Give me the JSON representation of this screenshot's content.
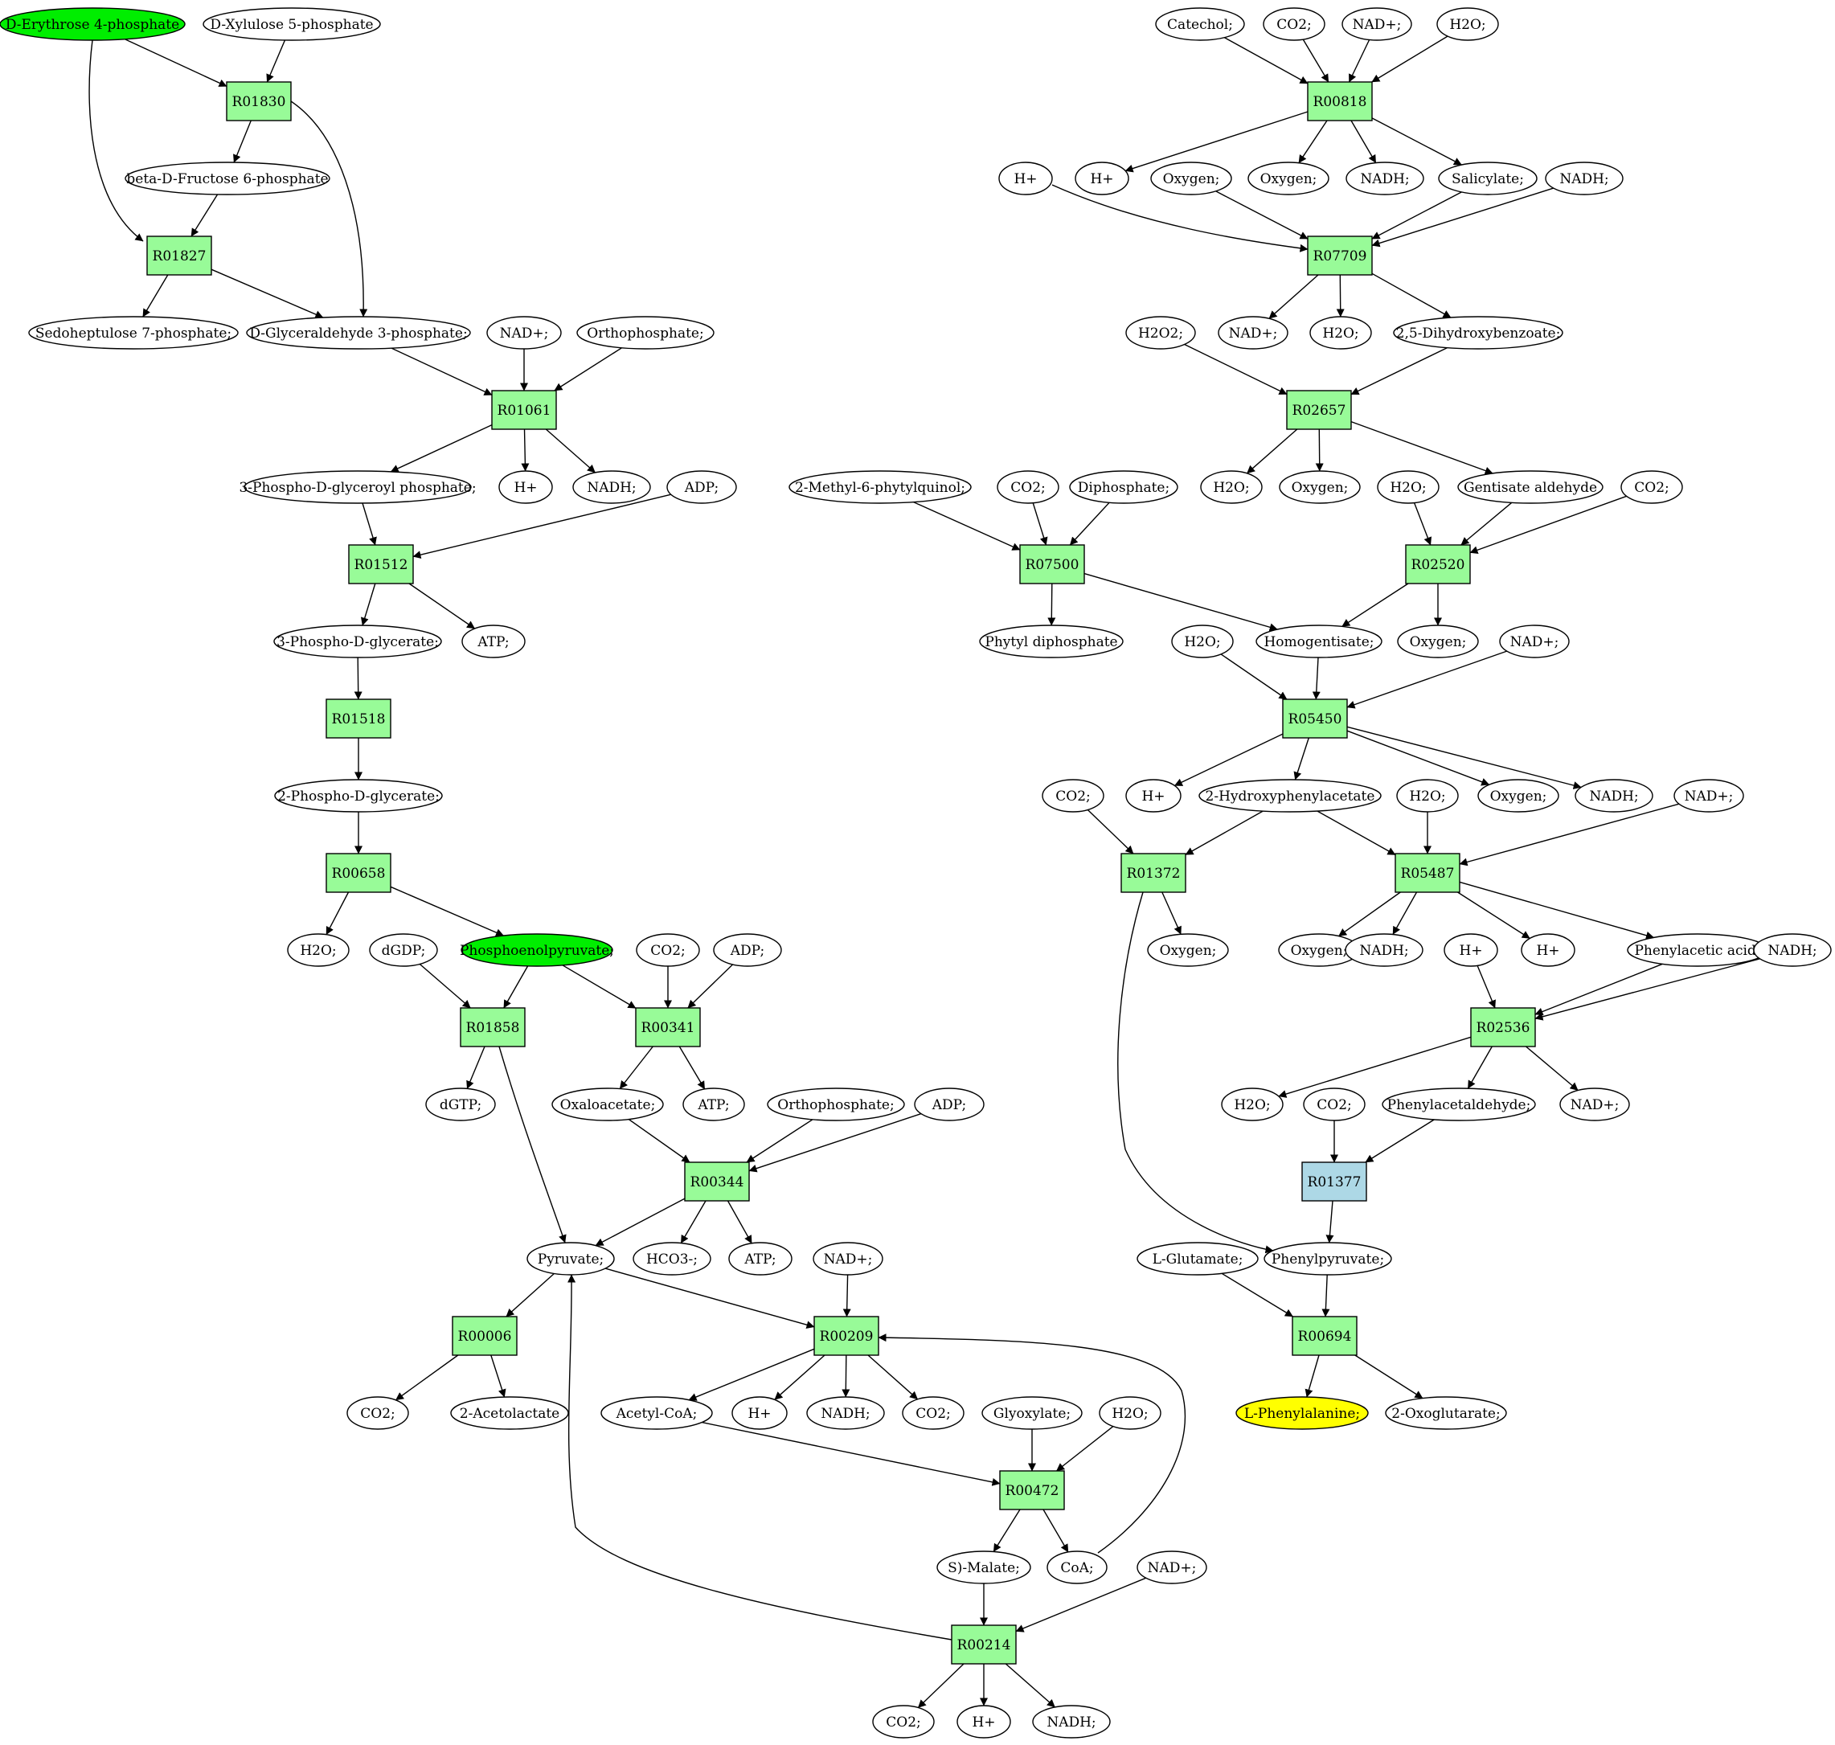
{
  "colors": {
    "metabolite": "#ffffff",
    "source_metabolite": "#00ee00",
    "target_metabolite": "#ffff00",
    "reaction": "#98fb98",
    "reaction_alt": "#add8e6",
    "edge": "#000000"
  },
  "nodes": [
    {
      "id": "m_ery4p",
      "kind": "metabolite",
      "label": "D-Erythrose 4-phosphate",
      "style": "source"
    },
    {
      "id": "m_xyl5p",
      "kind": "metabolite",
      "label": "D-Xylulose 5-phosphate"
    },
    {
      "id": "r_R01830",
      "kind": "reaction",
      "label": "R01830"
    },
    {
      "id": "m_fru6p",
      "kind": "metabolite",
      "label": "beta-D-Fructose 6-phosphate"
    },
    {
      "id": "r_R01827",
      "kind": "reaction",
      "label": "R01827"
    },
    {
      "id": "m_sed7p",
      "kind": "metabolite",
      "label": "Sedoheptulose 7-phosphate;"
    },
    {
      "id": "m_g3p",
      "kind": "metabolite",
      "label": "D-Glyceraldehyde 3-phosphate;"
    },
    {
      "id": "m_nad_1",
      "kind": "metabolite",
      "label": "NAD+;"
    },
    {
      "id": "m_orthop_1",
      "kind": "metabolite",
      "label": "Orthophosphate;"
    },
    {
      "id": "r_R01061",
      "kind": "reaction",
      "label": "R01061"
    },
    {
      "id": "m_3pdgp",
      "kind": "metabolite",
      "label": "3-Phospho-D-glyceroyl phosphate;"
    },
    {
      "id": "m_h_1",
      "kind": "metabolite",
      "label": "H+"
    },
    {
      "id": "m_nadh_1",
      "kind": "metabolite",
      "label": "NADH;"
    },
    {
      "id": "m_adp_1",
      "kind": "metabolite",
      "label": "ADP;"
    },
    {
      "id": "r_R01512",
      "kind": "reaction",
      "label": "R01512"
    },
    {
      "id": "m_3pg",
      "kind": "metabolite",
      "label": "3-Phospho-D-glycerate;"
    },
    {
      "id": "m_atp_1",
      "kind": "metabolite",
      "label": "ATP;"
    },
    {
      "id": "r_R01518",
      "kind": "reaction",
      "label": "R01518"
    },
    {
      "id": "m_2pg",
      "kind": "metabolite",
      "label": "2-Phospho-D-glycerate;"
    },
    {
      "id": "r_R00658",
      "kind": "reaction",
      "label": "R00658"
    },
    {
      "id": "m_h2o_1",
      "kind": "metabolite",
      "label": "H2O;"
    },
    {
      "id": "m_dgdp",
      "kind": "metabolite",
      "label": "dGDP;"
    },
    {
      "id": "m_pep",
      "kind": "metabolite",
      "label": "Phosphoenolpyruvate;",
      "style": "source"
    },
    {
      "id": "m_co2_1",
      "kind": "metabolite",
      "label": "CO2;"
    },
    {
      "id": "m_adp_2",
      "kind": "metabolite",
      "label": "ADP;"
    },
    {
      "id": "r_R01858",
      "kind": "reaction",
      "label": "R01858"
    },
    {
      "id": "r_R00341",
      "kind": "reaction",
      "label": "R00341"
    },
    {
      "id": "m_dgtp",
      "kind": "metabolite",
      "label": "dGTP;"
    },
    {
      "id": "m_oaa",
      "kind": "metabolite",
      "label": "Oxaloacetate;"
    },
    {
      "id": "m_atp_2",
      "kind": "metabolite",
      "label": "ATP;"
    },
    {
      "id": "m_orthop_2",
      "kind": "metabolite",
      "label": "Orthophosphate;"
    },
    {
      "id": "m_adp_3",
      "kind": "metabolite",
      "label": "ADP;"
    },
    {
      "id": "r_R00344",
      "kind": "reaction",
      "label": "R00344"
    },
    {
      "id": "m_pyr",
      "kind": "metabolite",
      "label": "Pyruvate;"
    },
    {
      "id": "m_hco3",
      "kind": "metabolite",
      "label": "HCO3-;"
    },
    {
      "id": "m_atp_3",
      "kind": "metabolite",
      "label": "ATP;"
    },
    {
      "id": "m_nad_2",
      "kind": "metabolite",
      "label": "NAD+;"
    },
    {
      "id": "r_R00006",
      "kind": "reaction",
      "label": "R00006"
    },
    {
      "id": "r_R00209",
      "kind": "reaction",
      "label": "R00209"
    },
    {
      "id": "m_co2_2",
      "kind": "metabolite",
      "label": "CO2;"
    },
    {
      "id": "m_acetolac",
      "kind": "metabolite",
      "label": "2-Acetolactate"
    },
    {
      "id": "m_accoa",
      "kind": "metabolite",
      "label": "Acetyl-CoA;"
    },
    {
      "id": "m_h_2",
      "kind": "metabolite",
      "label": "H+"
    },
    {
      "id": "m_nadh_2",
      "kind": "metabolite",
      "label": "NADH;"
    },
    {
      "id": "m_co2_3",
      "kind": "metabolite",
      "label": "CO2;"
    },
    {
      "id": "m_glyox",
      "kind": "metabolite",
      "label": "Glyoxylate;"
    },
    {
      "id": "m_h2o_2",
      "kind": "metabolite",
      "label": "H2O;"
    },
    {
      "id": "r_R00472",
      "kind": "reaction",
      "label": "R00472"
    },
    {
      "id": "m_malate",
      "kind": "metabolite",
      "label": "S)-Malate;"
    },
    {
      "id": "m_coa",
      "kind": "metabolite",
      "label": "CoA;"
    },
    {
      "id": "m_nad_3",
      "kind": "metabolite",
      "label": "NAD+;"
    },
    {
      "id": "r_R00214",
      "kind": "reaction",
      "label": "R00214"
    },
    {
      "id": "m_co2_4",
      "kind": "metabolite",
      "label": "CO2;"
    },
    {
      "id": "m_h_3",
      "kind": "metabolite",
      "label": "H+"
    },
    {
      "id": "m_nadh_3",
      "kind": "metabolite",
      "label": "NADH;"
    },
    {
      "id": "m_catechol",
      "kind": "metabolite",
      "label": "Catechol;"
    },
    {
      "id": "m_co2_r1",
      "kind": "metabolite",
      "label": "CO2;"
    },
    {
      "id": "m_nad_r1",
      "kind": "metabolite",
      "label": "NAD+;"
    },
    {
      "id": "m_h2o_r1",
      "kind": "metabolite",
      "label": "H2O;"
    },
    {
      "id": "r_R00818",
      "kind": "reaction",
      "label": "R00818"
    },
    {
      "id": "m_h_r1",
      "kind": "metabolite",
      "label": "H+"
    },
    {
      "id": "m_h_r2",
      "kind": "metabolite",
      "label": "H+"
    },
    {
      "id": "m_oxy_r1",
      "kind": "metabolite",
      "label": "Oxygen;"
    },
    {
      "id": "m_oxy_r2",
      "kind": "metabolite",
      "label": "Oxygen;"
    },
    {
      "id": "m_nadh_r1",
      "kind": "metabolite",
      "label": "NADH;"
    },
    {
      "id": "m_salicylate",
      "kind": "metabolite",
      "label": "Salicylate;"
    },
    {
      "id": "m_nadh_r2",
      "kind": "metabolite",
      "label": "NADH;"
    },
    {
      "id": "r_R07709",
      "kind": "reaction",
      "label": "R07709"
    },
    {
      "id": "m_h2o2",
      "kind": "metabolite",
      "label": "H2O2;"
    },
    {
      "id": "m_nad_r2",
      "kind": "metabolite",
      "label": "NAD+;"
    },
    {
      "id": "m_h2o_r2",
      "kind": "metabolite",
      "label": "H2O;"
    },
    {
      "id": "m_25dhb",
      "kind": "metabolite",
      "label": "2,5-Dihydroxybenzoate;"
    },
    {
      "id": "r_R02657",
      "kind": "reaction",
      "label": "R02657"
    },
    {
      "id": "m_mpq",
      "kind": "metabolite",
      "label": "2-Methyl-6-phytylquinol;"
    },
    {
      "id": "m_co2_r2",
      "kind": "metabolite",
      "label": "CO2;"
    },
    {
      "id": "m_diphos",
      "kind": "metabolite",
      "label": "Diphosphate;"
    },
    {
      "id": "m_h2o_r3",
      "kind": "metabolite",
      "label": "H2O;"
    },
    {
      "id": "m_oxy_r3",
      "kind": "metabolite",
      "label": "Oxygen;"
    },
    {
      "id": "m_h2o_r4",
      "kind": "metabolite",
      "label": "H2O;"
    },
    {
      "id": "m_gentald",
      "kind": "metabolite",
      "label": "Gentisate aldehyde"
    },
    {
      "id": "m_co2_r3",
      "kind": "metabolite",
      "label": "CO2;"
    },
    {
      "id": "r_R07500",
      "kind": "reaction",
      "label": "R07500"
    },
    {
      "id": "r_R02520",
      "kind": "reaction",
      "label": "R02520"
    },
    {
      "id": "m_phytyl",
      "kind": "metabolite",
      "label": "Phytyl diphosphate"
    },
    {
      "id": "m_h2o_r5",
      "kind": "metabolite",
      "label": "H2O;"
    },
    {
      "id": "m_homogent",
      "kind": "metabolite",
      "label": "Homogentisate;"
    },
    {
      "id": "m_oxy_r4",
      "kind": "metabolite",
      "label": "Oxygen;"
    },
    {
      "id": "m_nad_r3",
      "kind": "metabolite",
      "label": "NAD+;"
    },
    {
      "id": "r_R05450",
      "kind": "reaction",
      "label": "R05450"
    },
    {
      "id": "m_co2_r4",
      "kind": "metabolite",
      "label": "CO2;"
    },
    {
      "id": "m_h_r3",
      "kind": "metabolite",
      "label": "H+"
    },
    {
      "id": "m_2hpa",
      "kind": "metabolite",
      "label": "2-Hydroxyphenylacetate"
    },
    {
      "id": "m_h2o_r6",
      "kind": "metabolite",
      "label": "H2O;"
    },
    {
      "id": "m_oxy_r5",
      "kind": "metabolite",
      "label": "Oxygen;"
    },
    {
      "id": "m_nadh_r3",
      "kind": "metabolite",
      "label": "NADH;"
    },
    {
      "id": "m_nad_r4",
      "kind": "metabolite",
      "label": "NAD+;"
    },
    {
      "id": "r_R01372",
      "kind": "reaction",
      "label": "R01372"
    },
    {
      "id": "r_R05487",
      "kind": "reaction",
      "label": "R05487"
    },
    {
      "id": "m_oxy_r6",
      "kind": "metabolite",
      "label": "Oxygen;"
    },
    {
      "id": "m_oxy_r7",
      "kind": "metabolite",
      "label": "Oxygen;"
    },
    {
      "id": "m_nadh_r4",
      "kind": "metabolite",
      "label": "NADH;"
    },
    {
      "id": "m_h_r4",
      "kind": "metabolite",
      "label": "H+"
    },
    {
      "id": "m_h_r5",
      "kind": "metabolite",
      "label": "H+"
    },
    {
      "id": "m_phac",
      "kind": "metabolite",
      "label": "Phenylacetic acid;"
    },
    {
      "id": "m_nadh_r5",
      "kind": "metabolite",
      "label": "NADH;"
    },
    {
      "id": "r_R02536",
      "kind": "reaction",
      "label": "R02536"
    },
    {
      "id": "m_h2o_r7",
      "kind": "metabolite",
      "label": "H2O;"
    },
    {
      "id": "m_co2_r5",
      "kind": "metabolite",
      "label": "CO2;"
    },
    {
      "id": "m_phald",
      "kind": "metabolite",
      "label": "Phenylacetaldehyde;"
    },
    {
      "id": "m_nad_r5",
      "kind": "metabolite",
      "label": "NAD+;"
    },
    {
      "id": "r_R01377",
      "kind": "reaction",
      "label": "R01377",
      "style": "alt"
    },
    {
      "id": "m_lglu",
      "kind": "metabolite",
      "label": "L-Glutamate;"
    },
    {
      "id": "m_phpyr",
      "kind": "metabolite",
      "label": "Phenylpyruvate;"
    },
    {
      "id": "r_R00694",
      "kind": "reaction",
      "label": "R00694"
    },
    {
      "id": "m_lphe",
      "kind": "metabolite",
      "label": "L-Phenylalanine;",
      "style": "target"
    },
    {
      "id": "m_2oxo",
      "kind": "metabolite",
      "label": "2-Oxoglutarate;"
    }
  ],
  "edges": [
    [
      "m_ery4p",
      "r_R01830"
    ],
    [
      "m_xyl5p",
      "r_R01830"
    ],
    [
      "r_R01830",
      "m_fru6p"
    ],
    [
      "r_R01830",
      "m_g3p"
    ],
    [
      "m_ery4p",
      "r_R01827"
    ],
    [
      "m_fru6p",
      "r_R01827"
    ],
    [
      "r_R01827",
      "m_sed7p"
    ],
    [
      "r_R01827",
      "m_g3p"
    ],
    [
      "m_g3p",
      "r_R01061"
    ],
    [
      "m_nad_1",
      "r_R01061"
    ],
    [
      "m_orthop_1",
      "r_R01061"
    ],
    [
      "r_R01061",
      "m_3pdgp"
    ],
    [
      "r_R01061",
      "m_h_1"
    ],
    [
      "r_R01061",
      "m_nadh_1"
    ],
    [
      "m_3pdgp",
      "r_R01512"
    ],
    [
      "m_adp_1",
      "r_R01512"
    ],
    [
      "r_R01512",
      "m_3pg"
    ],
    [
      "r_R01512",
      "m_atp_1"
    ],
    [
      "m_3pg",
      "r_R01518"
    ],
    [
      "r_R01518",
      "m_2pg"
    ],
    [
      "m_2pg",
      "r_R00658"
    ],
    [
      "r_R00658",
      "m_h2o_1"
    ],
    [
      "r_R00658",
      "m_pep"
    ],
    [
      "m_dgdp",
      "r_R01858"
    ],
    [
      "m_pep",
      "r_R01858"
    ],
    [
      "r_R01858",
      "m_dgtp"
    ],
    [
      "r_R01858",
      "m_pyr"
    ],
    [
      "m_pep",
      "r_R00341"
    ],
    [
      "m_co2_1",
      "r_R00341"
    ],
    [
      "m_adp_2",
      "r_R00341"
    ],
    [
      "r_R00341",
      "m_oaa"
    ],
    [
      "r_R00341",
      "m_atp_2"
    ],
    [
      "m_oaa",
      "r_R00344"
    ],
    [
      "m_orthop_2",
      "r_R00344"
    ],
    [
      "m_adp_3",
      "r_R00344"
    ],
    [
      "r_R00344",
      "m_pyr"
    ],
    [
      "r_R00344",
      "m_hco3"
    ],
    [
      "r_R00344",
      "m_atp_3"
    ],
    [
      "m_pyr",
      "r_R00006"
    ],
    [
      "r_R00006",
      "m_co2_2"
    ],
    [
      "r_R00006",
      "m_acetolac"
    ],
    [
      "m_pyr",
      "r_R00209"
    ],
    [
      "m_nad_2",
      "r_R00209"
    ],
    [
      "m_coa",
      "r_R00209"
    ],
    [
      "r_R00209",
      "m_accoa"
    ],
    [
      "r_R00209",
      "m_h_2"
    ],
    [
      "r_R00209",
      "m_nadh_2"
    ],
    [
      "r_R00209",
      "m_co2_3"
    ],
    [
      "m_accoa",
      "r_R00472"
    ],
    [
      "m_glyox",
      "r_R00472"
    ],
    [
      "m_h2o_2",
      "r_R00472"
    ],
    [
      "r_R00472",
      "m_malate"
    ],
    [
      "r_R00472",
      "m_coa"
    ],
    [
      "m_malate",
      "r_R00214"
    ],
    [
      "m_nad_3",
      "r_R00214"
    ],
    [
      "r_R00214",
      "m_pyr"
    ],
    [
      "r_R00214",
      "m_co2_4"
    ],
    [
      "r_R00214",
      "m_h_3"
    ],
    [
      "r_R00214",
      "m_nadh_3"
    ],
    [
      "m_catechol",
      "r_R00818"
    ],
    [
      "m_co2_r1",
      "r_R00818"
    ],
    [
      "m_nad_r1",
      "r_R00818"
    ],
    [
      "m_h2o_r1",
      "r_R00818"
    ],
    [
      "r_R00818",
      "m_h_r2"
    ],
    [
      "r_R00818",
      "m_oxy_r2"
    ],
    [
      "r_R00818",
      "m_nadh_r1"
    ],
    [
      "r_R00818",
      "m_salicylate"
    ],
    [
      "m_h_r1",
      "r_R07709"
    ],
    [
      "m_oxy_r1",
      "r_R07709"
    ],
    [
      "m_salicylate",
      "r_R07709"
    ],
    [
      "m_nadh_r2",
      "r_R07709"
    ],
    [
      "r_R07709",
      "m_nad_r2"
    ],
    [
      "r_R07709",
      "m_h2o_r2"
    ],
    [
      "r_R07709",
      "m_25dhb"
    ],
    [
      "m_h2o2",
      "r_R02657"
    ],
    [
      "m_25dhb",
      "r_R02657"
    ],
    [
      "r_R02657",
      "m_h2o_r3"
    ],
    [
      "r_R02657",
      "m_oxy_r3"
    ],
    [
      "r_R02657",
      "m_gentald"
    ],
    [
      "m_mpq",
      "r_R07500"
    ],
    [
      "m_co2_r2",
      "r_R07500"
    ],
    [
      "m_diphos",
      "r_R07500"
    ],
    [
      "r_R07500",
      "m_phytyl"
    ],
    [
      "r_R07500",
      "m_homogent"
    ],
    [
      "m_h2o_r4",
      "r_R02520"
    ],
    [
      "m_gentald",
      "r_R02520"
    ],
    [
      "m_co2_r3",
      "r_R02520"
    ],
    [
      "r_R02520",
      "m_homogent"
    ],
    [
      "r_R02520",
      "m_oxy_r4"
    ],
    [
      "m_h2o_r5",
      "r_R05450"
    ],
    [
      "m_homogent",
      "r_R05450"
    ],
    [
      "m_nad_r3",
      "r_R05450"
    ],
    [
      "r_R05450",
      "m_h_r3"
    ],
    [
      "r_R05450",
      "m_2hpa"
    ],
    [
      "r_R05450",
      "m_oxy_r5"
    ],
    [
      "r_R05450",
      "m_nadh_r3"
    ],
    [
      "m_co2_r4",
      "r_R01372"
    ],
    [
      "m_2hpa",
      "r_R01372"
    ],
    [
      "r_R01372",
      "m_oxy_r6"
    ],
    [
      "r_R01372",
      "m_phpyr"
    ],
    [
      "m_2hpa",
      "r_R05487"
    ],
    [
      "m_h2o_r6",
      "r_R05487"
    ],
    [
      "m_nad_r4",
      "r_R05487"
    ],
    [
      "r_R05487",
      "m_oxy_r7"
    ],
    [
      "r_R05487",
      "m_nadh_r4"
    ],
    [
      "r_R05487",
      "m_h_r5"
    ],
    [
      "r_R05487",
      "m_phac"
    ],
    [
      "m_h_r4",
      "r_R02536"
    ],
    [
      "m_phac",
      "r_R02536"
    ],
    [
      "m_nadh_r5",
      "r_R02536"
    ],
    [
      "r_R02536",
      "m_h2o_r7"
    ],
    [
      "r_R02536",
      "m_phald"
    ],
    [
      "r_R02536",
      "m_nad_r5"
    ],
    [
      "m_co2_r5",
      "r_R01377"
    ],
    [
      "m_phald",
      "r_R01377"
    ],
    [
      "r_R01377",
      "m_phpyr"
    ],
    [
      "m_lglu",
      "r_R00694"
    ],
    [
      "m_phpyr",
      "r_R00694"
    ],
    [
      "r_R00694",
      "m_lphe"
    ],
    [
      "r_R00694",
      "m_2oxo"
    ]
  ]
}
